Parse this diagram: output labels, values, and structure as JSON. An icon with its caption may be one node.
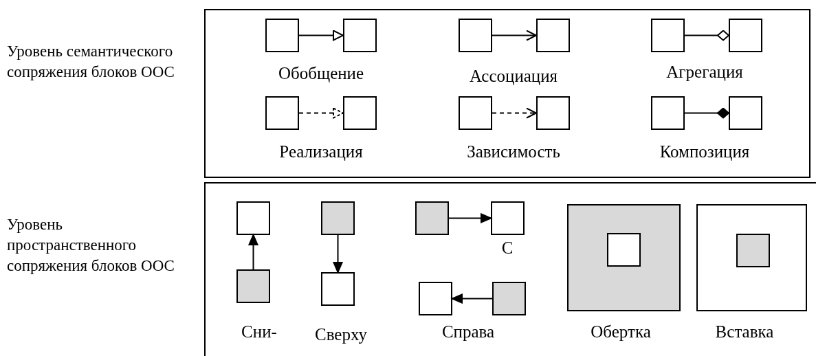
{
  "diagram": {
    "nodes": [
      {
        "text": [],
        "shape": "box"
      },
      {
        "text": [],
        "shape": "box",
        "in": 0
      },
      {
        "text": [],
        "shape": "box",
        "in": 0
      },
      {
        "text": [],
        "shape": "box",
        "in": 0
      },
      {
        "text": [],
        "shape": "box",
        "in": 0
      },
      {
        "text": [],
        "shape": "box",
        "in": 0
      },
      {
        "text": [],
        "shape": "box",
        "in": 0
      },
      {
        "text": [],
        "shape": "box",
        "in": 0
      },
      {
        "text": [],
        "shape": "box",
        "in": 0
      },
      {
        "text": [],
        "shape": "box",
        "in": 0
      },
      {
        "text": [],
        "shape": "box",
        "in": 0
      },
      {
        "text": [],
        "shape": "box",
        "in": 0
      },
      {
        "text": [],
        "shape": "box",
        "in": 0
      },
      {
        "text": [],
        "shape": "box"
      },
      {
        "text": [],
        "shape": "box",
        "in": 13
      },
      {
        "text": [],
        "shape": "box",
        "in": 13
      },
      {
        "text": [],
        "shape": "box",
        "in": 13
      },
      {
        "text": [],
        "shape": "box",
        "in": 13
      },
      {
        "text": [],
        "shape": "box",
        "in": 13
      },
      {
        "text": [],
        "shape": "box",
        "in": 13
      },
      {
        "text": [],
        "shape": "box",
        "in": 13
      },
      {
        "text": [],
        "shape": "box",
        "in": 13
      },
      {
        "text": [],
        "shape": "box",
        "in": 13
      },
      {
        "text": [],
        "shape": "box",
        "in": 22
      },
      {
        "text": [],
        "shape": "box",
        "in": 13
      },
      {
        "text": [],
        "shape": "box",
        "in": 24
      }
    ],
    "edges": [
      {
        "from": 1,
        "to": 2,
        "arrow": "to"
      },
      {
        "from": 3,
        "to": 4,
        "arrow": "to"
      },
      {
        "from": 5,
        "to": 6,
        "arrow": "other"
      },
      {
        "from": 7,
        "to": 8,
        "arrow": "to",
        "style": "dashed"
      },
      {
        "from": 9,
        "to": 10,
        "arrow": "to",
        "style": "dashed"
      },
      {
        "from": 11,
        "to": 12,
        "arrow": "other"
      },
      {
        "from": 15,
        "to": 14,
        "arrow": "to"
      },
      {
        "from": 16,
        "to": 17,
        "arrow": "to"
      },
      {
        "from": 18,
        "to": 19,
        "arrow": "to"
      },
      {
        "from": 21,
        "to": 20,
        "arrow": "to"
      }
    ],
    "labels": [
      "Уровень семантического сопряжения блоков ООС",
      "Обобщение",
      "Ассоциация",
      "Агрегация",
      "Реализация",
      "Зависимость",
      "Композиция",
      "Уровень пространственного сопряжения блоков ООС",
      "С",
      "Сни-",
      "Сверху",
      "Справа",
      "Обертка",
      "Вставка"
    ]
  }
}
